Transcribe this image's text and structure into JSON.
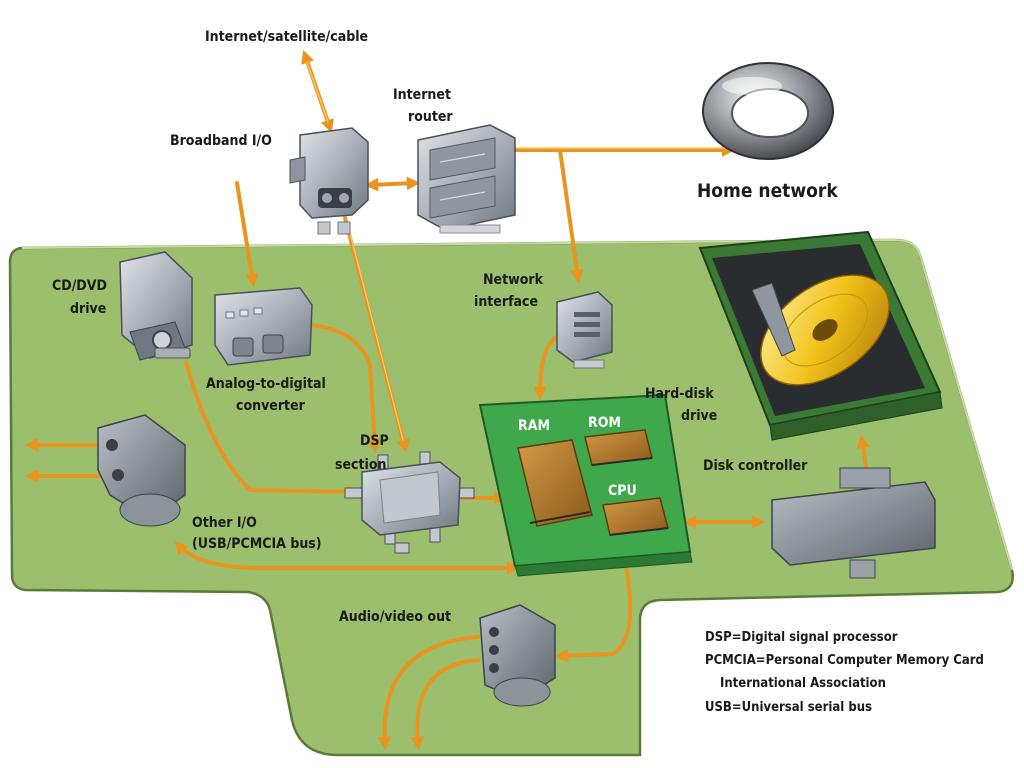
{
  "labels": {
    "internet": "Internet/satellite/cable",
    "router_line1": "Internet",
    "router_line2": "router",
    "broadband": "Broadband I/O",
    "home_network": "Home network",
    "cd_line1": "CD/DVD",
    "cd_line2": "drive",
    "network_line1": "Network",
    "network_line2": "interface",
    "adc_line1": "Analog-to-digital",
    "adc_line2": "converter",
    "ram": "RAM",
    "rom": "ROM",
    "cpu": "CPU",
    "hdd_line1": "Hard-disk",
    "hdd_line2": "drive",
    "dsp_line1": "DSP",
    "dsp_line2": "section",
    "disk_controller": "Disk controller",
    "other_io_line1": "Other I/O",
    "other_io_line2": "(USB/PCMCIA bus)",
    "av_out": "Audio/video out"
  },
  "legend": [
    "DSP=Digital signal processor",
    "PCMCIA=Personal Computer Memory Card",
    "International Association",
    "USB=Universal serial bus"
  ],
  "colors": {
    "board": "#9cbf6e",
    "board_edge": "#5a7a3a",
    "wire": "#e8941e",
    "chip_board": "#3fa84a",
    "chip": "#b07a2e",
    "device": "#a9b0b9"
  }
}
